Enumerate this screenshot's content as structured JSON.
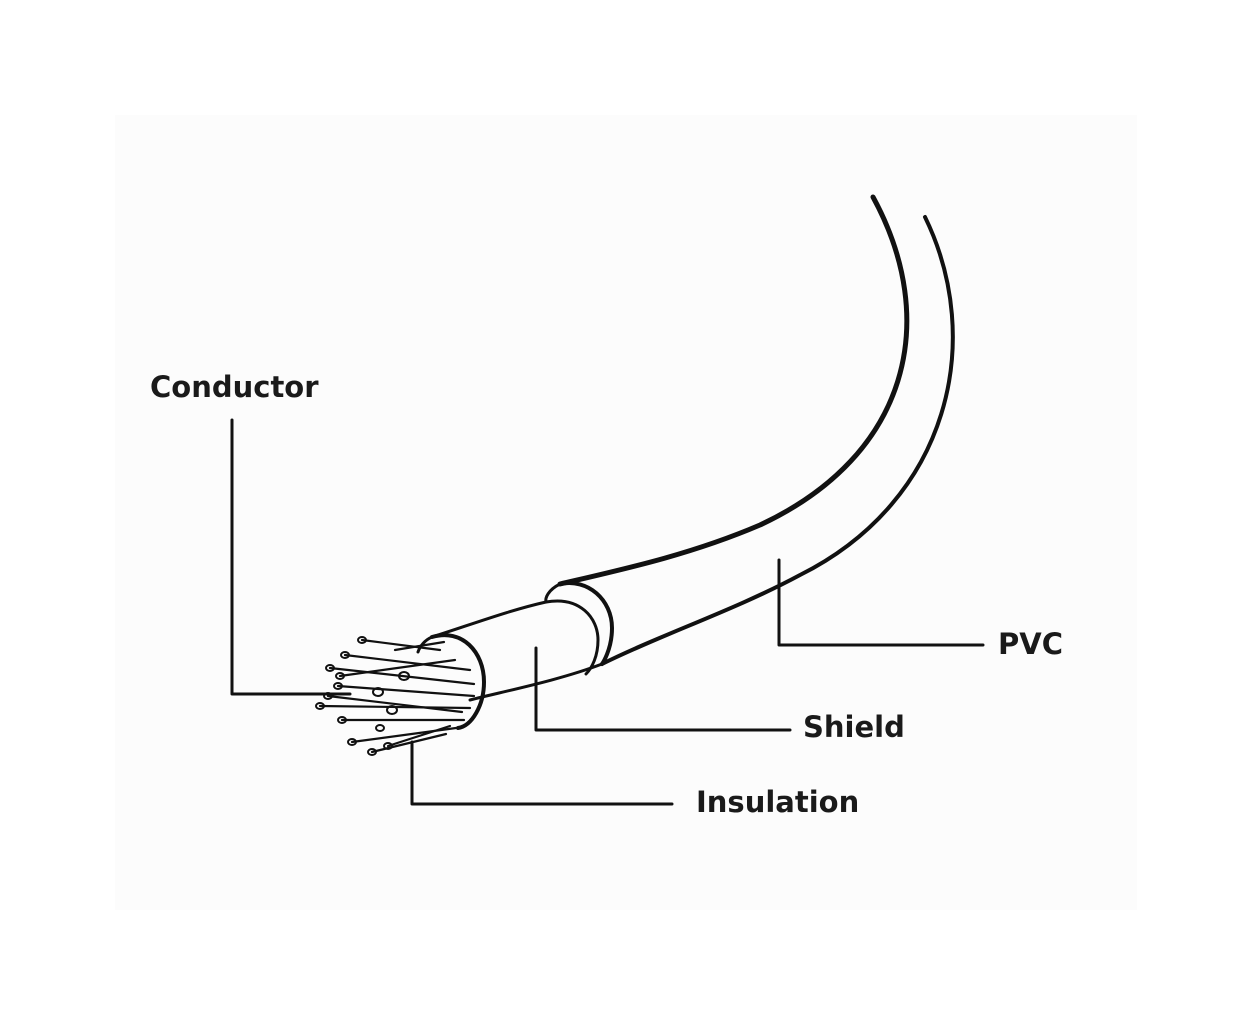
{
  "diagram": {
    "labels": {
      "conductor": "Conductor",
      "pvc": "PVC",
      "shield": "Shield",
      "insulation": "Insulation"
    },
    "colors": {
      "line": "#111111",
      "panel": "#fcfcfc",
      "background": "#ffffff"
    }
  }
}
